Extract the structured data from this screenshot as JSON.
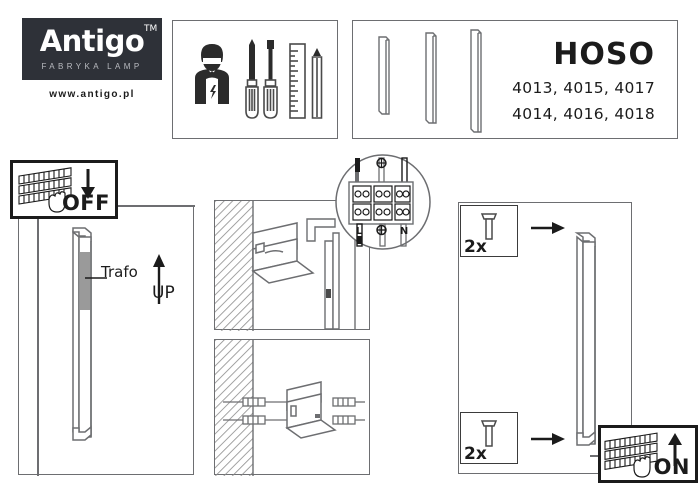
{
  "brand": {
    "name": "Antigo",
    "trademark": "TM",
    "tagline": "FABRYKA LAMP",
    "website": "www.antigo.pl"
  },
  "header": {
    "product_title": "HOSO",
    "model_line_1": "4013, 4015, 4017",
    "model_line_2": "4014, 4016, 4018",
    "tools_panel_name": "required-tools"
  },
  "steps": {
    "power_off": {
      "label": "OFF",
      "icon": "fuse-box-icon",
      "arrow": "arrow-down"
    },
    "power_on": {
      "label": "ON",
      "icon": "fuse-box-icon",
      "arrow": "arrow-up"
    },
    "fixture": {
      "trafo_label": "Trafo",
      "orientation_label": "UP",
      "orientation_arrow": "arrow-up"
    },
    "wiring": {
      "terminal_live": "L",
      "terminal_earth": "⊕",
      "terminal_neutral": "N"
    },
    "mounting": {
      "qty_top": "2x",
      "qty_bottom": "2x",
      "screw_icon": "screw-icon",
      "arrow": "arrow-right"
    }
  },
  "colors": {
    "line": "#6d6e71",
    "dark": "#1b1b1b",
    "logo_bg": "#2e3138",
    "trafo_fill": "#9a9a9a",
    "hatch": "#8a8a8a"
  }
}
